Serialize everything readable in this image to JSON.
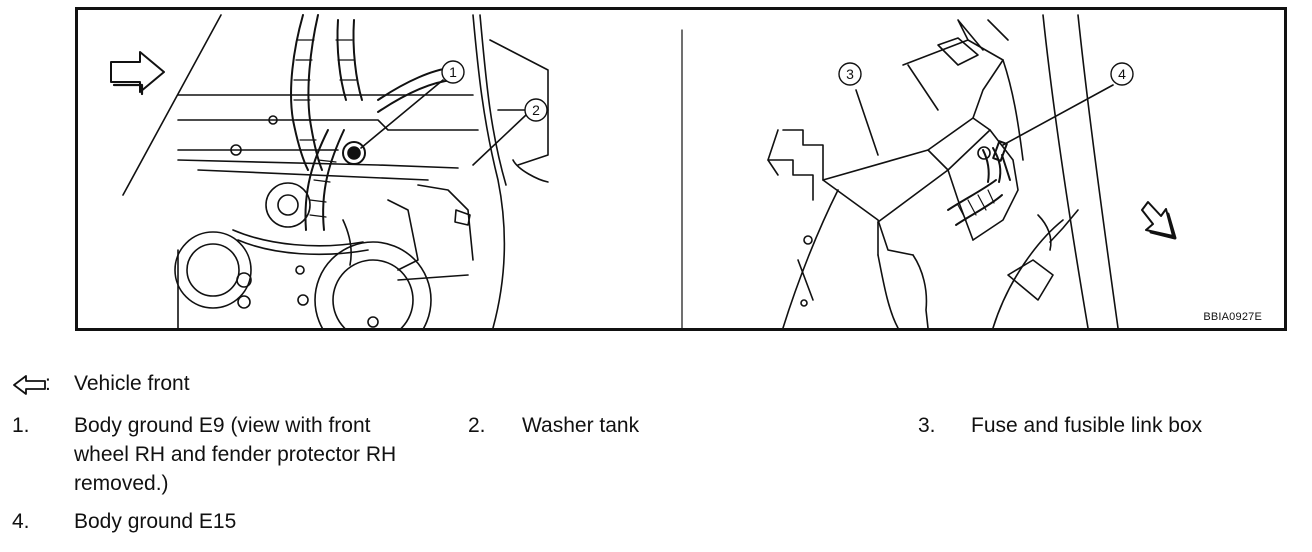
{
  "figure": {
    "id_code": "BBIA0927E",
    "callouts": [
      "1",
      "2",
      "3",
      "4"
    ]
  },
  "legend": {
    "front_symbol_suffix": ":",
    "front_label": "Vehicle front",
    "items": [
      {
        "num": "1.",
        "text_lines": [
          "Body ground E9 (view with front",
          "wheel RH and fender protector RH",
          "removed.)"
        ]
      },
      {
        "num": "2.",
        "text_lines": [
          "Washer tank"
        ]
      },
      {
        "num": "3.",
        "text_lines": [
          "Fuse and fusible link box"
        ]
      },
      {
        "num": "4.",
        "text_lines": [
          "Body ground E15"
        ]
      }
    ]
  },
  "icons": {
    "front_arrow": "hollow-left-arrow-icon"
  }
}
